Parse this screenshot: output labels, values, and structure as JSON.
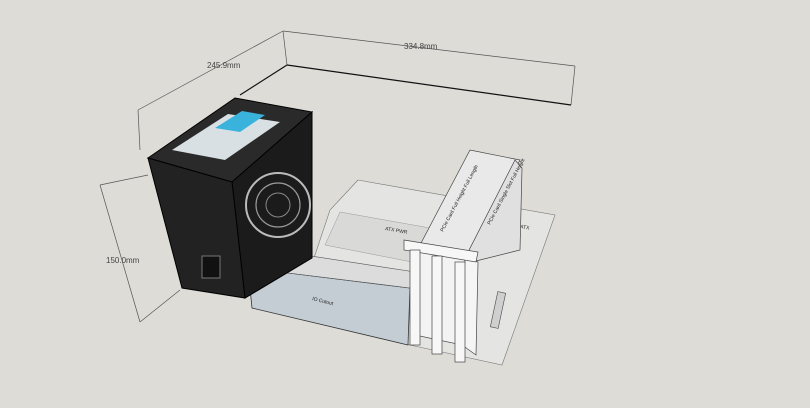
{
  "dimensions": {
    "depth": "245.9mm",
    "width": "334.8mm",
    "height": "150.0mm"
  },
  "labels": {
    "card_1": "PCIe Card Full Height Full Length",
    "card_2": "PCIe Card Single Slot Full Height",
    "io_panel": "IO Cutout",
    "board_left": "ATX PWR",
    "board_right": "ATX"
  },
  "colors": {
    "background": "#dddcd7",
    "psu": "#1b1b1b",
    "board": "#e6e6e6",
    "io_panel": "#c4cdd4"
  }
}
